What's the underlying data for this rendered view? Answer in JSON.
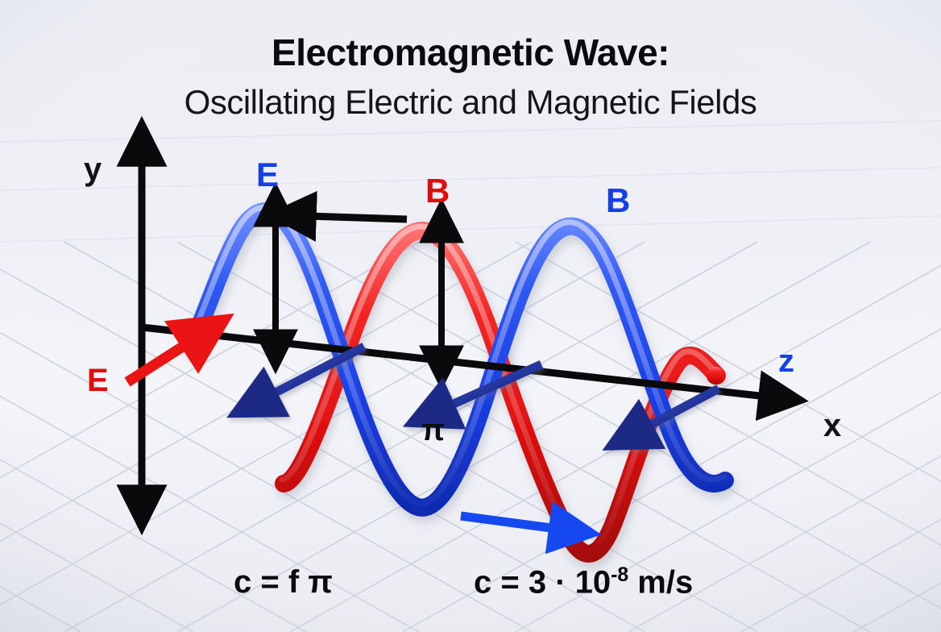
{
  "title": {
    "main": "Electromagnetic Wave:",
    "subtitle": "Oscillating Electric and Magnetic Fields"
  },
  "axes": {
    "y_label": "y",
    "x_label": "x",
    "z_label": "z"
  },
  "field_labels": {
    "e_top": "E",
    "b_middle": "B",
    "b_right": "B",
    "e_left": "E",
    "wavelength": "π"
  },
  "formulas": {
    "speed_relation": "c = f π",
    "speed_value_prefix": "c = 3 · 10",
    "speed_value_exponent": "-8",
    "speed_value_unit": " m/s"
  },
  "colors": {
    "background": "#eceef3",
    "grid_line": "#c9ccda",
    "electric_blue": "#1a45e8",
    "magnetic_red": "#e61212",
    "axis_black": "#0a0a0c",
    "propagation_navy": "#1b2f8f",
    "title_black": "#0b0b0d"
  },
  "chart_data": {
    "type": "line",
    "title": "Electromagnetic Wave: Oscillating Electric and Magnetic Fields",
    "xlabel": "x",
    "ylabel": "y",
    "zlabel": "z",
    "grid": true,
    "legend": [
      "E",
      "B"
    ],
    "annotations": [
      "E",
      "B",
      "B",
      "E",
      "π",
      "c = f π",
      "c = 3 · 10^-8 m/s",
      "x",
      "y",
      "z"
    ],
    "series": [
      {
        "name": "E",
        "color": "#1a45e8",
        "wave": "sine",
        "amplitude": 160,
        "wavelength": 310,
        "phase": 0,
        "cycles": 2.1,
        "description": "Electric field oscillating in vertical (y) plane"
      },
      {
        "name": "B",
        "color": "#e61212",
        "wave": "sine",
        "amplitude": 160,
        "wavelength": 310,
        "phase": 180,
        "cycles": 2.1,
        "description": "Magnetic field oscillating, drawn half-period offset"
      }
    ],
    "markers": [
      {
        "name": "amplitude-arrow-E",
        "type": "double-arrow-vertical",
        "x": 342,
        "y0": 268,
        "y1": 420
      },
      {
        "name": "amplitude-arrow-B",
        "type": "double-arrow-vertical",
        "x": 548,
        "y0": 288,
        "y1": 440
      },
      {
        "name": "direction-arrow-left",
        "type": "arrow-left",
        "x0": 505,
        "x1": 375,
        "y": 270
      },
      {
        "name": "propagation-arrow",
        "type": "arrow-right",
        "x0": 575,
        "x1": 705,
        "y": 648
      }
    ]
  }
}
